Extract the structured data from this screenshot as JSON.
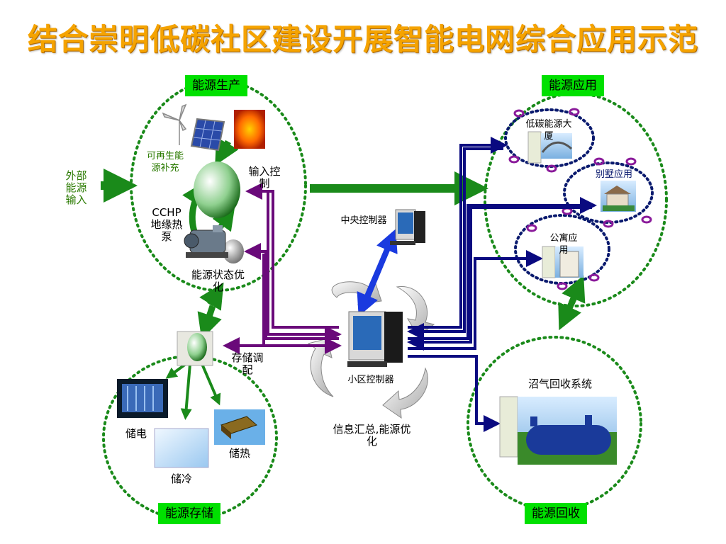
{
  "title": "结合崇明低碳社区建设开展智能电网综合应用示范",
  "tags": {
    "production": "能源生产",
    "application": "能源应用",
    "storage": "能源存储",
    "recovery": "能源回收"
  },
  "labels": {
    "external_input": "外部\n能源\n输入",
    "renewable": "可再生能\n源补充",
    "input_control": "输入控\n制",
    "cchp": "CCHP\n地缘热\n泵",
    "state_opt": "能源状态优\n化",
    "central_controller": "中央控制器",
    "community_controller": "小区控制器",
    "storage_dispatch": "存储调\n配",
    "info_summary": "信息汇总,能源优\n化",
    "elec_storage": "储电",
    "cold_storage": "储冷",
    "heat_storage": "储热",
    "lowcarbon_building": "低碳能源大\n厦",
    "villa": "别墅应用",
    "apartment": "公寓应\n用",
    "biogas": "沼气回收系统"
  },
  "colors": {
    "title": "#f5a300",
    "tag_bg": "#00e000",
    "dotted_green": "#1a8a1a",
    "dotted_navy": "#0a1a6e",
    "arrow_green": "#1a8a1a",
    "arrow_purple": "#6a0a7a",
    "arrow_navy": "#0a0a80",
    "arrow_blue": "#1a3adf"
  }
}
